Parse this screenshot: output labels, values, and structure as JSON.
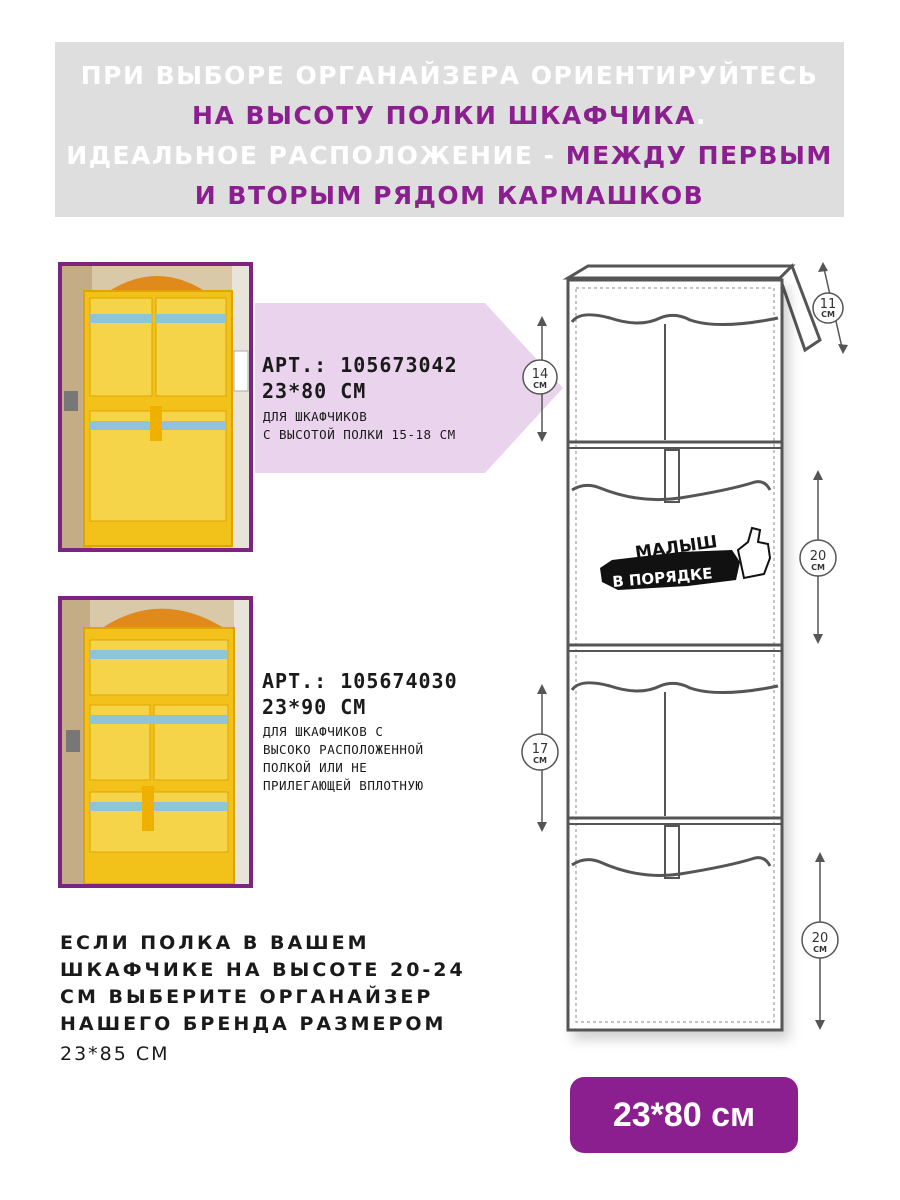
{
  "banner": {
    "line1": "ПРИ ВЫБОРЕ ОРГАНАЙЗЕРА  ОРИЕНТИРУЙТЕСЬ",
    "line2_purple": "НА ВЫСОТУ ПОЛКИ ШКАФЧИКА",
    "line2_dot": ".",
    "line3_white": "ИДЕАЛЬНОЕ РАСПОЛОЖЕНИЕ - ",
    "line3_purple": "МЕЖДУ ПЕРВЫМ",
    "line4_purple": "И ВТОРЫМ РЯДОМ КАРМАШКОВ"
  },
  "product1": {
    "art": "АРТ.: 105673042",
    "size": "23*80 СМ",
    "desc1": "ДЛЯ ШКАФЧИКОВ",
    "desc2": "С ВЫСОТОЙ ПОЛКИ 15-18 СМ"
  },
  "product2": {
    "art": "АРТ.: 105674030",
    "size": "23*90 СМ",
    "desc1": "ДЛЯ ШКАФЧИКОВ С",
    "desc2": "ВЫСОКО РАСПОЛОЖЕННОЙ",
    "desc3": "ПОЛКОЙ ИЛИ НЕ",
    "desc4": "ПРИЛЕГАЮЩЕЙ ВПЛОТНУЮ"
  },
  "bottom_note": {
    "line1": "ЕСЛИ ПОЛКА В ВАШЕМ",
    "line2": "ШКАФЧИКЕ НА ВЫСОТЕ 20-24",
    "line3": "СМ ВЫБЕРИТЕ ОРГАНАЙЗЕР",
    "line4": "НАШЕГО БРЕНДА  РАЗМЕРОМ",
    "size": "23*85 СМ"
  },
  "diagram": {
    "dims": [
      {
        "value": "11",
        "unit": "СМ"
      },
      {
        "value": "14",
        "unit": "СМ"
      },
      {
        "value": "20",
        "unit": "СМ"
      },
      {
        "value": "17",
        "unit": "СМ"
      },
      {
        "value": "20",
        "unit": "СМ"
      }
    ],
    "logo_line1": "МАЛЫШ",
    "logo_line2": "В ПОРЯДКЕ"
  },
  "size_badge": "23*80 см",
  "colors": {
    "brand_purple": "#8b1f8f",
    "banner_gray": "#dedede",
    "tag_pink": "#ead3ec",
    "organizer_yellow": "#f2c21a"
  }
}
